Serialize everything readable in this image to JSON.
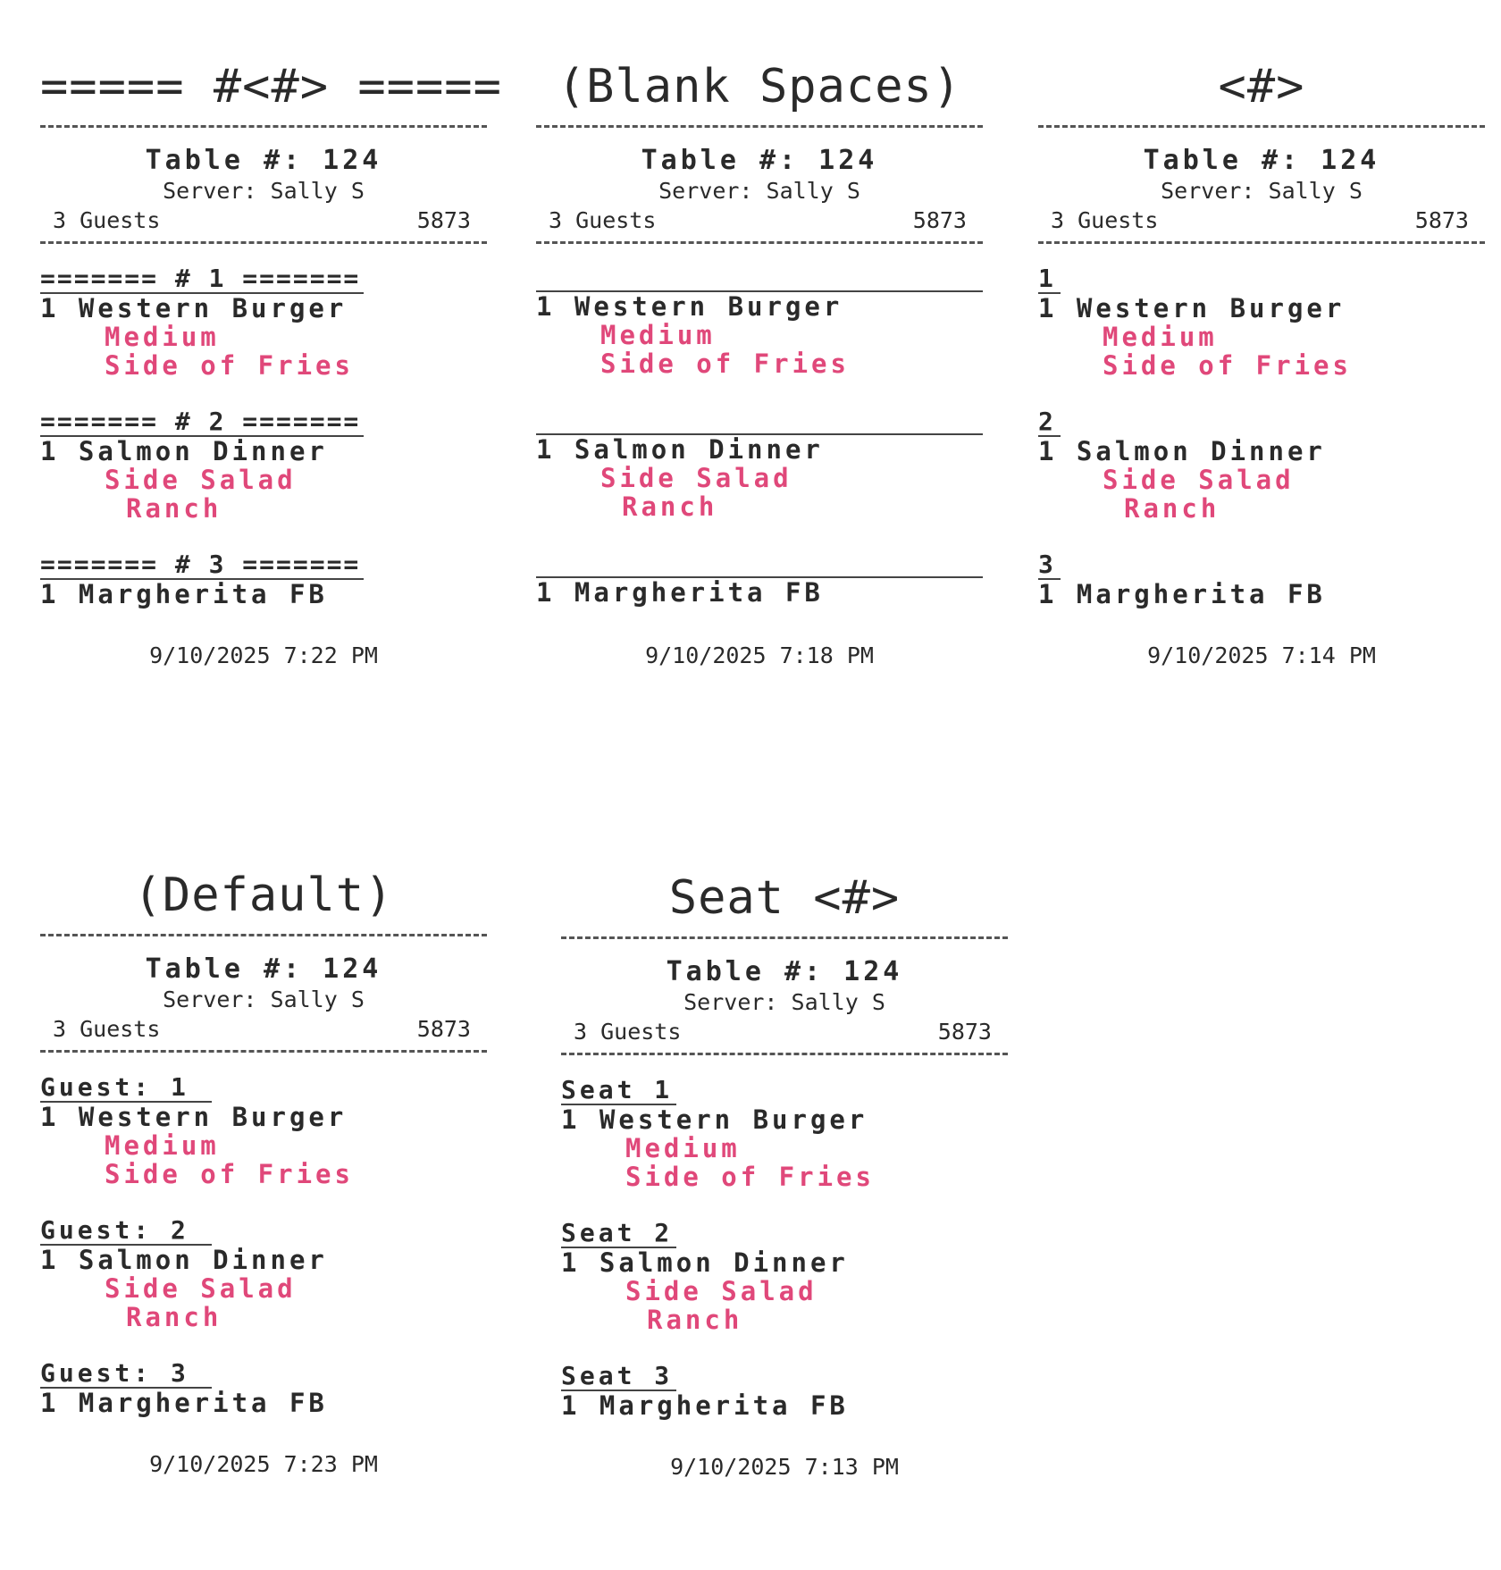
{
  "tickets": [
    {
      "title": "===== #<#> =====",
      "table": "Table #: 124",
      "server": "Server: Sally S",
      "guests": "3 Guests",
      "check": "5873",
      "timestamp": "9/10/2025 7:22 PM",
      "sections": [
        {
          "header": "======= # 1 =======",
          "item": "1 Western Burger",
          "mods": [
            "Medium",
            "Side of Fries"
          ]
        },
        {
          "header": "======= # 2 =======",
          "item": "1 Salmon Dinner",
          "mods": [
            "Side Salad",
            "Ranch"
          ]
        },
        {
          "header": "======= # 3 =======",
          "item": "1 Margherita FB",
          "mods": []
        }
      ]
    },
    {
      "title": "(Blank Spaces)",
      "table": "Table #: 124",
      "server": "Server: Sally S",
      "guests": "3 Guests",
      "check": "5873",
      "timestamp": "9/10/2025 7:18 PM",
      "sections": [
        {
          "header": "",
          "item": "1 Western Burger",
          "mods": [
            "Medium",
            "Side of Fries"
          ]
        },
        {
          "header": "",
          "item": "1 Salmon Dinner",
          "mods": [
            "Side Salad",
            "Ranch"
          ]
        },
        {
          "header": "",
          "item": "1 Margherita FB",
          "mods": []
        }
      ]
    },
    {
      "title": "<#>",
      "table": "Table #: 124",
      "server": "Server: Sally S",
      "guests": "3 Guests",
      "check": "5873",
      "timestamp": "9/10/2025 7:14 PM",
      "sections": [
        {
          "header": "1",
          "item": "1 Western Burger",
          "mods": [
            "Medium",
            "Side of Fries"
          ]
        },
        {
          "header": "2",
          "item": "1 Salmon Dinner",
          "mods": [
            "Side Salad",
            "Ranch"
          ]
        },
        {
          "header": "3",
          "item": "1 Margherita FB",
          "mods": []
        }
      ]
    },
    {
      "title": "(Default)",
      "table": "Table #: 124",
      "server": "Server: Sally S",
      "guests": "3 Guests",
      "check": "5873",
      "timestamp": "9/10/2025 7:23 PM",
      "sections": [
        {
          "header": "Guest: 1 ",
          "item": "1 Western Burger",
          "mods": [
            "Medium",
            "Side of Fries"
          ]
        },
        {
          "header": "Guest: 2 ",
          "item": "1 Salmon Dinner",
          "mods": [
            "Side Salad",
            "Ranch"
          ]
        },
        {
          "header": "Guest: 3 ",
          "item": "1 Margherita FB",
          "mods": []
        }
      ]
    },
    {
      "title": "Seat <#>",
      "table": "Table #: 124",
      "server": "Server: Sally S",
      "guests": "3 Guests",
      "check": "5873",
      "timestamp": "9/10/2025 7:13 PM",
      "sections": [
        {
          "header": "Seat 1",
          "item": "1 Western Burger",
          "mods": [
            "Medium",
            "Side of Fries"
          ]
        },
        {
          "header": "Seat 2",
          "item": "1 Salmon Dinner",
          "mods": [
            "Side Salad",
            "Ranch"
          ]
        },
        {
          "header": "Seat 3",
          "item": "1 Margherita FB",
          "mods": []
        }
      ]
    }
  ],
  "colors": {
    "modifier": "#e0487a",
    "ink": "#2a2a2a"
  }
}
